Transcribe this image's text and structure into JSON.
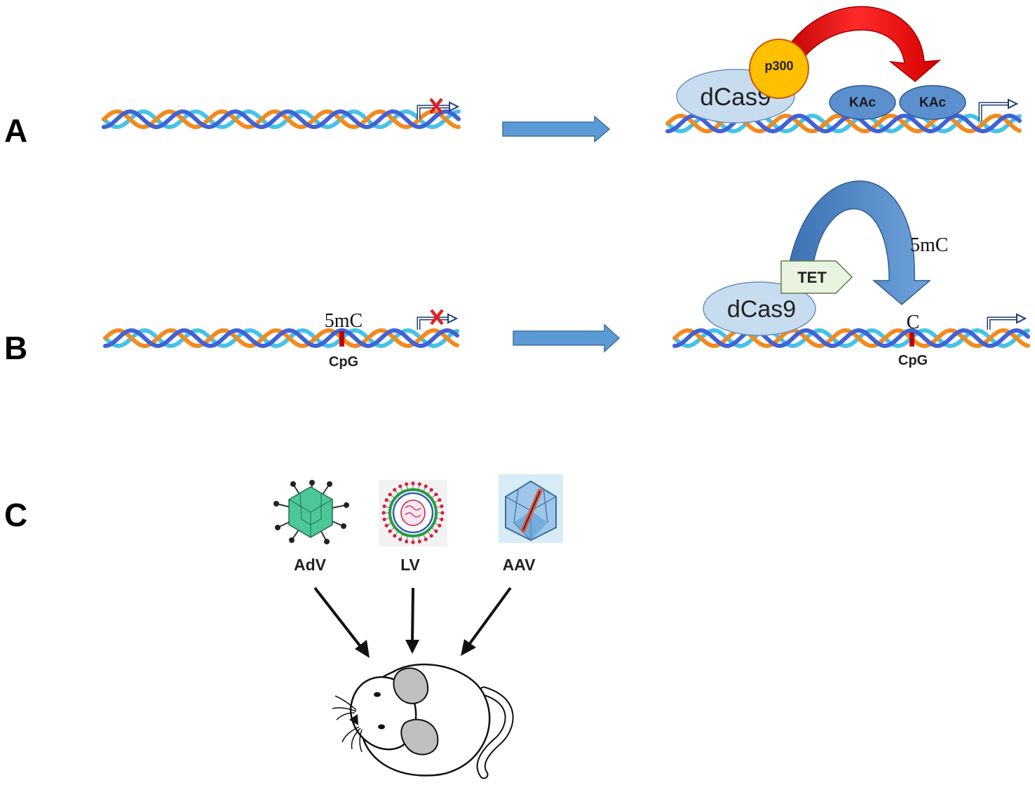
{
  "panels": {
    "a": {
      "label": "A",
      "dcas9_label": "dCas9",
      "p300_label": "p300",
      "kac_labels": [
        "KAc",
        "KAc"
      ]
    },
    "b": {
      "label": "B",
      "before_mark": "5mC",
      "before_site": "CpG",
      "tet_label": "TET",
      "dcas9_label": "dCas9",
      "arc_label": "5mC",
      "after_mark": "C",
      "after_site": "CpG"
    },
    "c": {
      "label": "C",
      "vectors": [
        {
          "name": "AdV",
          "icon": "adenovirus-icon"
        },
        {
          "name": "LV",
          "icon": "lentivirus-icon"
        },
        {
          "name": "AAV",
          "icon": "aav-icon"
        }
      ],
      "recipient_icon": "mouse-icon"
    }
  },
  "colors": {
    "strand_orange": "#f28a1e",
    "strand_blue": "#3f63d6",
    "strand_cyan": "#45c3e6",
    "arrow_blue": "#5b9bd5",
    "dcas9_fill": "#c8dcf0",
    "p300_fill": "#ffc000",
    "kac_fill": "#5b8fce",
    "red_arc": "#e02020",
    "tet_fill": "#e8f3e0",
    "cpg_mark": "#c00000"
  }
}
